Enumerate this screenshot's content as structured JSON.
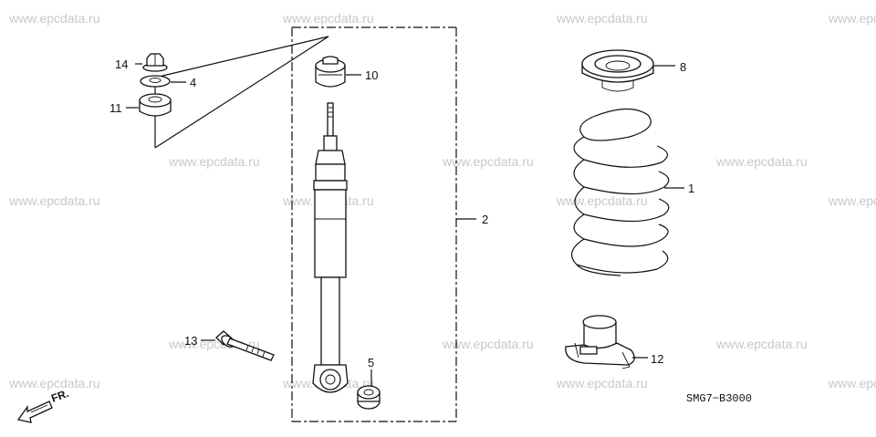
{
  "watermark": "www.epcdata.ru",
  "diagram_code": "SMG7−B3000",
  "front_marker": "FR.",
  "callouts": {
    "p1": "1",
    "p2": "2",
    "p4": "4",
    "p5": "5",
    "p8": "8",
    "p10": "10",
    "p11": "11",
    "p12": "12",
    "p13": "13",
    "p14": "14"
  }
}
